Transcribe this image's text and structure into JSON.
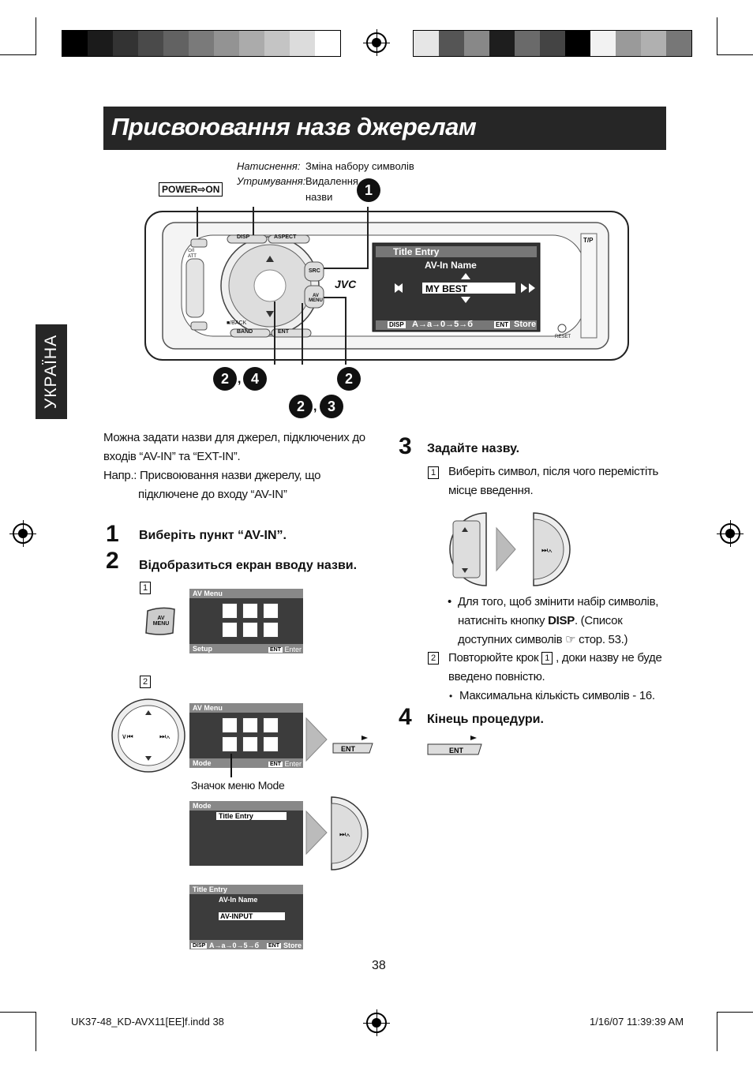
{
  "page": {
    "title": "Присвоювання назв джерелам",
    "side_tab": "УКРАЇНА",
    "page_number": "38"
  },
  "diagram": {
    "label_press": "Натиснення:",
    "label_press_text": "Зміна набору символів",
    "label_hold": "Утримування:",
    "label_hold_text_1": "Видалення",
    "label_hold_text_2": "назви",
    "power_label": "POWER⇨ON",
    "button_disp": "DISP",
    "button_aspect": "ASPECT",
    "button_src": "SRC",
    "button_av_menu": "AV MENU",
    "button_band": "BAND",
    "button_ent": "ENT",
    "button_back": "■/BACK",
    "button_att": "⏻/I ATT",
    "button_reset": "RESET",
    "brand": "JVC",
    "tp_label": "T/P",
    "screen_title": "Title Entry",
    "screen_sub": "AV-In Name",
    "screen_value": "MY BEST",
    "screen_disp": "DISP",
    "screen_charset": "A→a→0→5→б",
    "screen_ent": "ENT",
    "screen_store": "Store",
    "callouts": [
      "1",
      "2",
      "4",
      "2",
      "2",
      "3"
    ]
  },
  "intro": {
    "line1": "Можна задати назви для джерел, підключених до",
    "line2": "входів “AV-IN” та “EXT-IN”.",
    "line3": "Напр.: Присвоювання назви джерелу, що",
    "line4": "підключене до входу “AV-IN”"
  },
  "steps": {
    "s1": {
      "num": "1",
      "text": "Виберіть пункт “AV-IN”."
    },
    "s2": {
      "num": "2",
      "text": "Відобразиться екран вводу назви."
    },
    "s3": {
      "num": "3",
      "text": "Задайте назву."
    },
    "s4": {
      "num": "4",
      "text": "Кінець процедури."
    },
    "s3_sub1_num": "1",
    "s3_sub1_l1": "Виберіть символ, після чого перемістіть",
    "s3_sub1_l2": "місце введення.",
    "s3_bullet1_l1": "Для того, щоб змінити набір символів,",
    "s3_bullet1_l2a": "натисніть кнопку ",
    "s3_bullet1_l2b": "DISP",
    "s3_bullet1_l2c": ". (Список",
    "s3_bullet1_l3": "доступних символів ☞ стор. 53.)",
    "s3_sub2_num": "2",
    "s3_sub2_l1a": "Повторюйте крок ",
    "s3_sub2_l1b": "1",
    "s3_sub2_l1c": ", доки назву не буде",
    "s3_sub2_l2": "введено повністю.",
    "s3_bullet2": "Максимальна кількість символів - 16.",
    "s2_sub1_num": "1",
    "s2_sub2_num": "2",
    "mode_icon_caption": "Значок меню Mode"
  },
  "screens": {
    "av_menu_title": "AV Menu",
    "setup_label": "Setup",
    "ent_label": "ENT",
    "enter_label": "Enter",
    "mode_label": "Mode",
    "title_entry_item": "Title Entry",
    "te_title": "Title Entry",
    "te_sub": "AV-In Name",
    "te_value": "AV-INPUT",
    "te_disp": "DISP",
    "te_charset": "A→a→0→5→б",
    "te_store": "Store",
    "av_menu_button": "AV MENU"
  },
  "footer": {
    "file": "UK37-48_KD-AVX11[EE]f.indd   38",
    "date": "1/16/07   11:39:39 AM"
  }
}
